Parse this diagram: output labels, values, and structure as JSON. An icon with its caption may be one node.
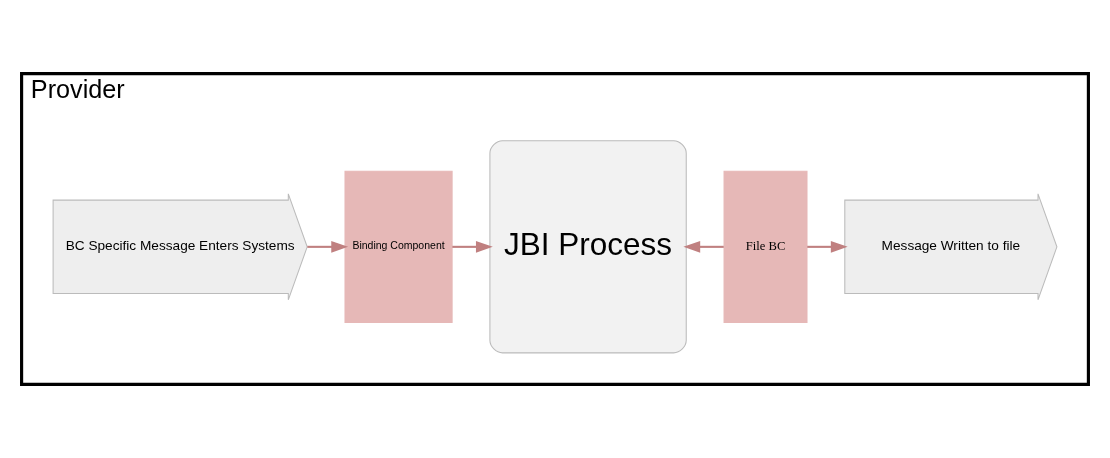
{
  "diagram": {
    "nodes": [
      {
        "text": [
          "Provider"
        ]
      },
      {
        "text": [
          "BC Specific Message Enters Systems"
        ],
        "in": 0
      },
      {
        "text": [
          "Binding Component"
        ],
        "in": 0
      },
      {
        "text": [
          "JBI Process"
        ],
        "in": 0
      },
      {
        "text": [
          "File BC"
        ],
        "in": 0
      },
      {
        "text": [
          "Message Written to file"
        ],
        "in": 0
      }
    ],
    "edges": [
      {
        "from": 1,
        "to": 2,
        "arrow": "to"
      },
      {
        "from": 2,
        "to": 3,
        "arrow": "to"
      },
      {
        "from": 4,
        "to": 3,
        "arrow": "to"
      },
      {
        "from": 4,
        "to": 5,
        "arrow": "to"
      }
    ]
  }
}
